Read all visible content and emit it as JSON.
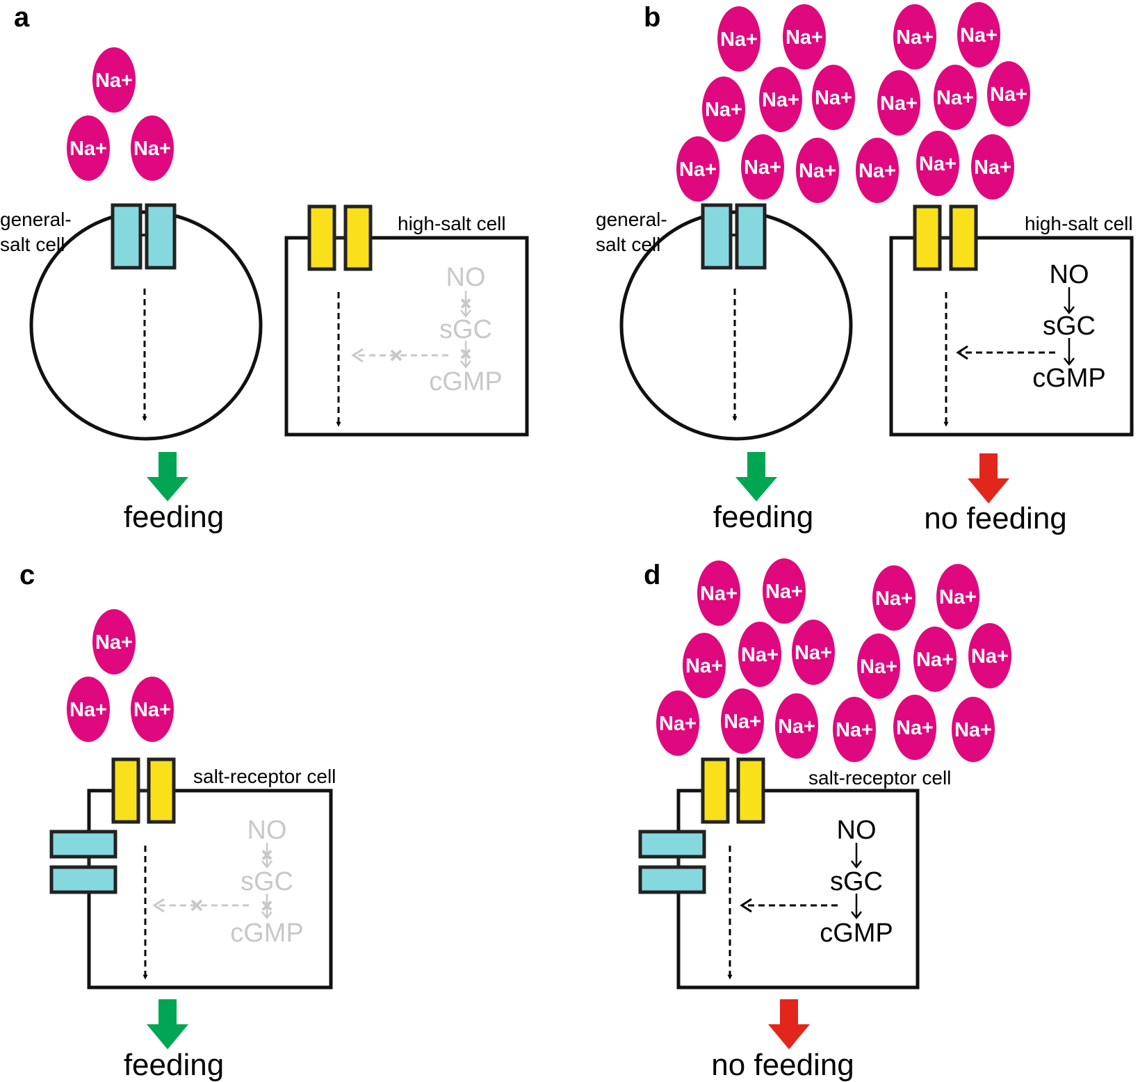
{
  "colors": {
    "ion": "#e0087e",
    "general_channel": "#86d8df",
    "high_salt_channel": "#f9e01b",
    "feeding_arrow": "#00a651",
    "no_feeding_arrow": "#e3261c",
    "inactive_pathway": "#c8c8c8",
    "active_pathway": "#000000"
  },
  "ion_label": "Na+",
  "panels": {
    "a": {
      "label": "a",
      "general_cell_label_1": "general-",
      "general_cell_label_2": "salt cell",
      "high_salt_cell_label": "high-salt cell",
      "pathway": {
        "no": "NO",
        "sgc": "sGC",
        "cgmp": "cGMP",
        "state": "inactive"
      },
      "outcome": "feeding"
    },
    "b": {
      "label": "b",
      "general_cell_label_1": "general-",
      "general_cell_label_2": "salt cell",
      "high_salt_cell_label": "high-salt cell",
      "pathway": {
        "no": "NO",
        "sgc": "sGC",
        "cgmp": "cGMP",
        "state": "active"
      },
      "outcome_left": "feeding",
      "outcome_right": "no feeding"
    },
    "c": {
      "label": "c",
      "receptor_cell_label": "salt-receptor cell",
      "pathway": {
        "no": "NO",
        "sgc": "sGC",
        "cgmp": "cGMP",
        "state": "inactive"
      },
      "outcome": "feeding"
    },
    "d": {
      "label": "d",
      "receptor_cell_label": "salt-receptor cell",
      "pathway": {
        "no": "NO",
        "sgc": "sGC",
        "cgmp": "cGMP",
        "state": "active"
      },
      "outcome": "no feeding"
    }
  }
}
